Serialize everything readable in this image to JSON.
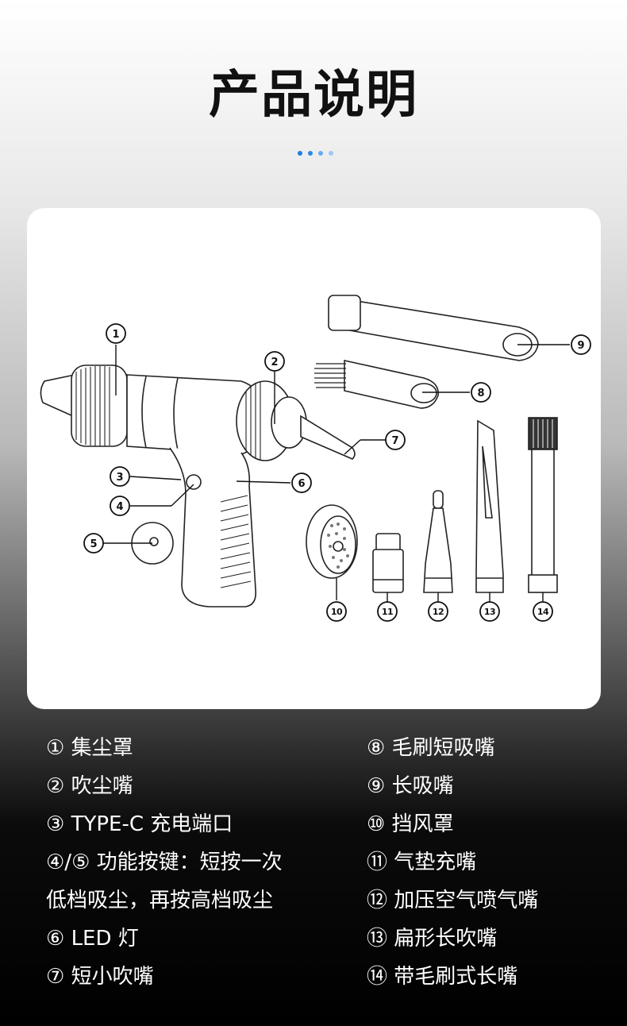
{
  "header": {
    "title": "产品说明",
    "dot_colors": [
      "#1e7fe0",
      "#2d8ae6",
      "#6aaaf0",
      "#9ec7f5"
    ]
  },
  "diagram": {
    "callouts": [
      "1",
      "2",
      "3",
      "4",
      "5",
      "6",
      "7",
      "8",
      "9",
      "10",
      "11",
      "12",
      "13",
      "14"
    ]
  },
  "legend": {
    "left": [
      "① 集尘罩",
      "② 吹尘嘴",
      "③ TYPE-C 充电端口",
      "④/⑤ 功能按键：短按一次",
      "低档吸尘，再按高档吸尘",
      "⑥  LED 灯",
      "⑦ 短小吹嘴"
    ],
    "right": [
      "⑧ 毛刷短吸嘴",
      "⑨ 长吸嘴",
      "⑩ 挡风罩",
      "⑪ 气垫充嘴",
      "⑫ 加压空气喷气嘴",
      "⑬ 扁形长吹嘴",
      "⑭ 带毛刷式长嘴"
    ]
  }
}
